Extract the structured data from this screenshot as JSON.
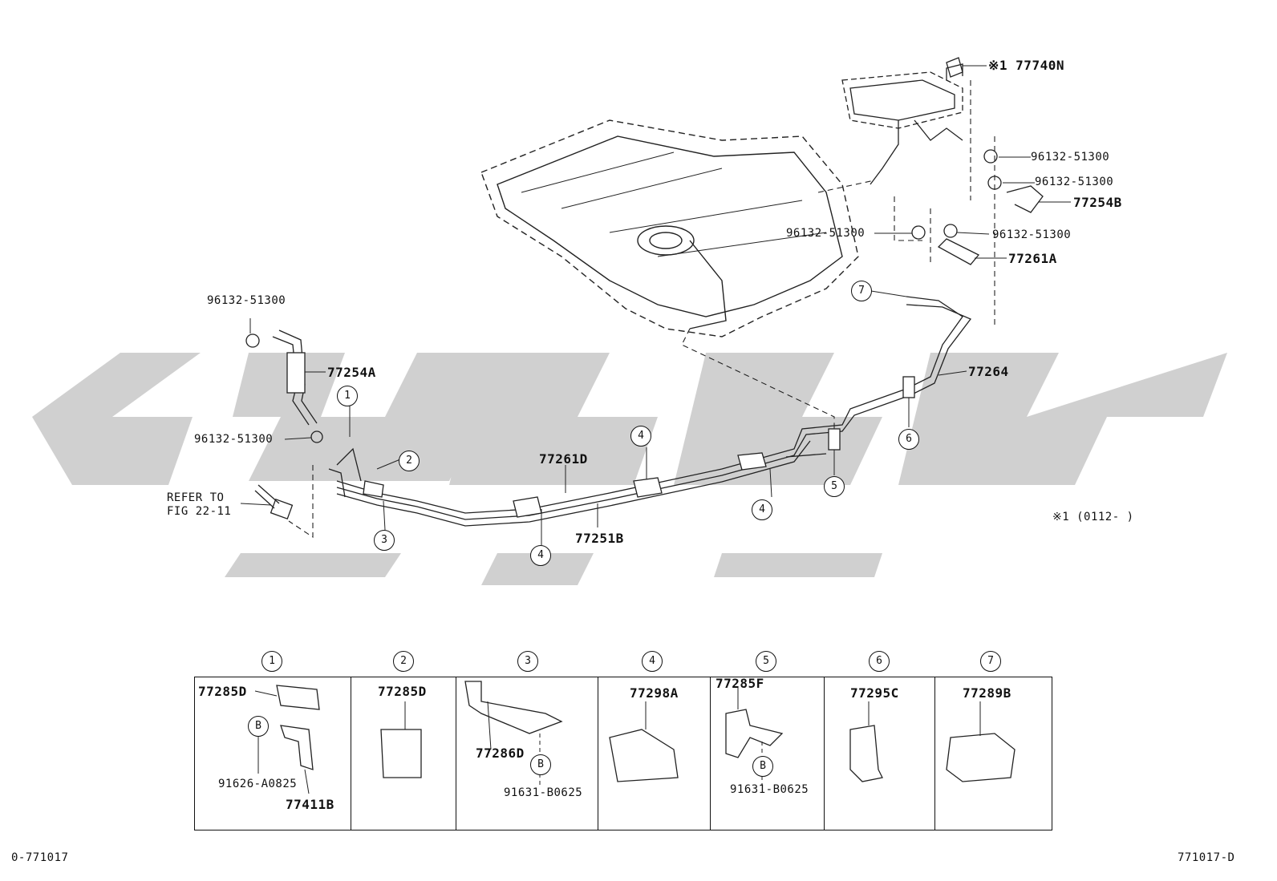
{
  "labels": {
    "p77740N": "※1 77740N",
    "clip_a": "96132-51300",
    "clip_b": "96132-51300",
    "clip_c": "96132-51300",
    "clip_d": "96132-51300",
    "clip_e": "96132-51300",
    "clip_f": "96132-51300",
    "p77254B": "77254B",
    "p77261A": "77261A",
    "p77254A": "77254A",
    "p77264": "77264",
    "p77261D": "77261D",
    "p77251B": "77251B",
    "refer_line1": "REFER TO",
    "refer_line2": "FIG 22-11",
    "note": "※1 (0112-      )"
  },
  "callouts": {
    "c1": "1",
    "c2": "2",
    "c3": "3",
    "c4a": "4",
    "c4b": "4",
    "c4c": "4",
    "c5": "5",
    "c6": "6",
    "c7": "7"
  },
  "details": [
    {
      "num": "1",
      "parts": [
        "77285D",
        "B",
        "91626-A0825",
        "77411B"
      ]
    },
    {
      "num": "2",
      "parts": [
        "77285D"
      ]
    },
    {
      "num": "3",
      "parts": [
        "77286D",
        "B",
        "91631-B0625"
      ]
    },
    {
      "num": "4",
      "parts": [
        "77298A"
      ]
    },
    {
      "num": "5",
      "parts": [
        "77285F",
        "B",
        "91631-B0625"
      ]
    },
    {
      "num": "6",
      "parts": [
        "77295C"
      ]
    },
    {
      "num": "7",
      "parts": [
        "77289B"
      ]
    }
  ],
  "footer": {
    "left": "0-771017",
    "right": "771017-D"
  },
  "watermark_color": "#c8c8c8"
}
